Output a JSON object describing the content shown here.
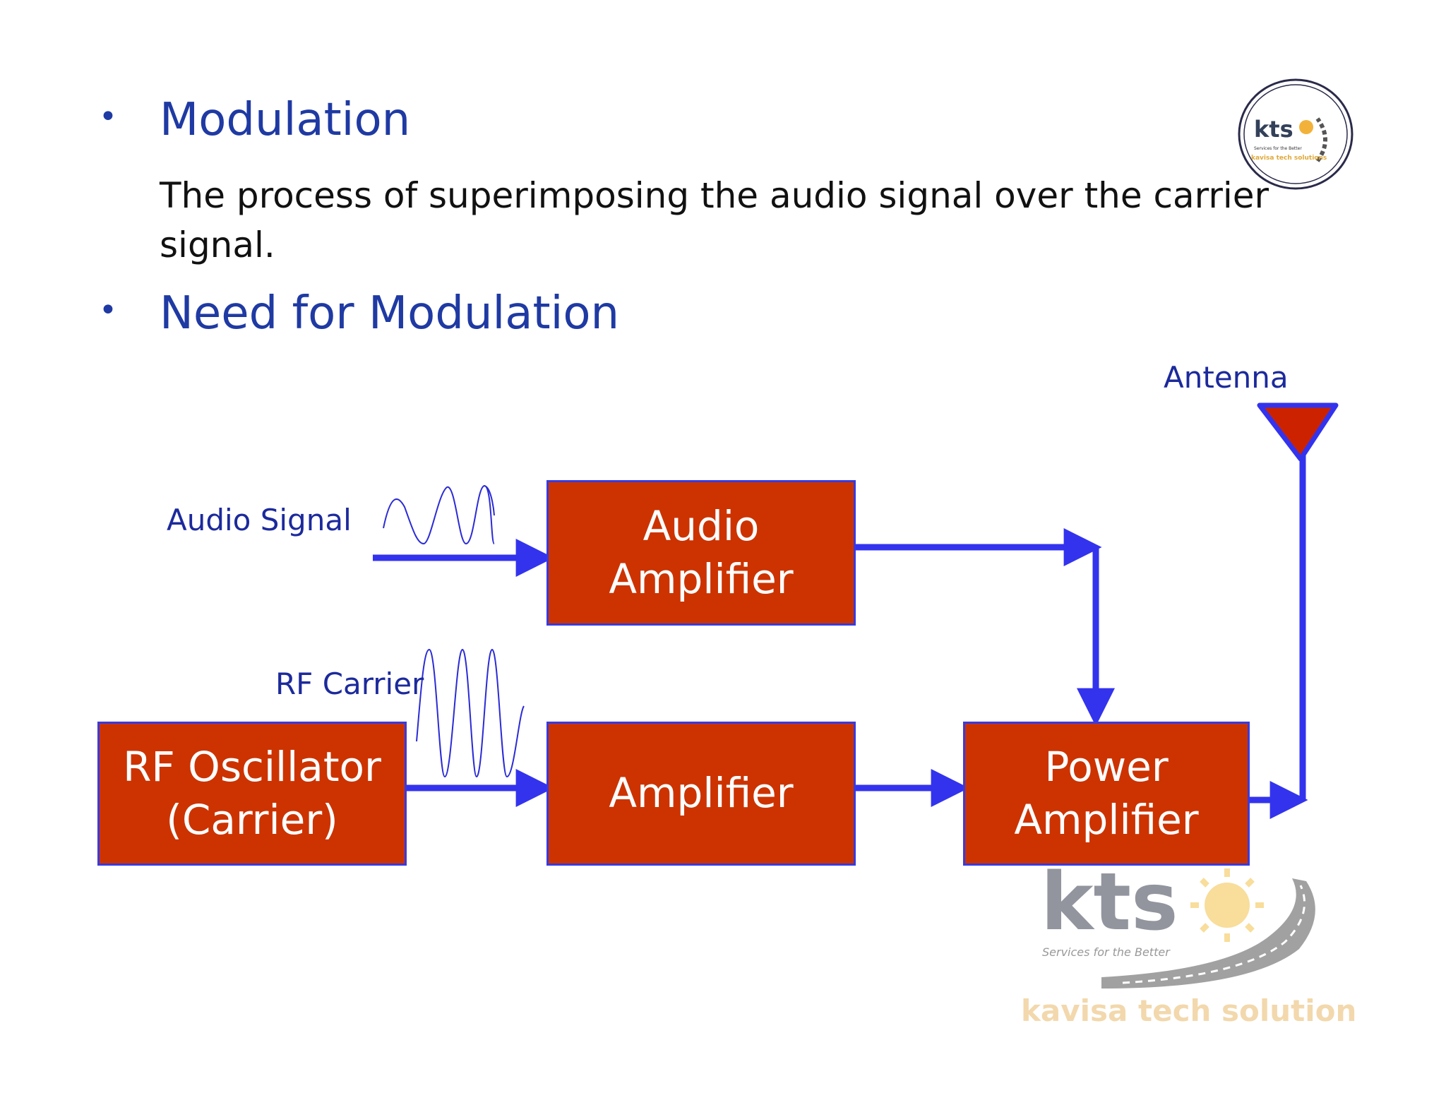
{
  "bullets": [
    {
      "title": "Modulation",
      "body": "The process of superimposing the audio signal over the carrier signal."
    },
    {
      "title": "Need for Modulation"
    }
  ],
  "bullet_symbol": "•",
  "diagram": {
    "labels": {
      "audio_signal": "Audio Signal",
      "rf_carrier": "RF Carrier",
      "antenna": "Antenna"
    },
    "blocks": {
      "audio_amplifier": [
        "Audio",
        "Amplifier"
      ],
      "rf_oscillator": [
        "RF Oscillator",
        "(Carrier)"
      ],
      "amplifier": [
        "Amplifier"
      ],
      "power_amplifier": [
        "Power",
        "Amplifier"
      ]
    },
    "colors": {
      "block_fill": "#cc3300",
      "arrow": "#3333ee",
      "text_label": "#1c2a9c"
    }
  },
  "logos": {
    "small": {
      "mark": "kts",
      "tagline": "Services for the Better",
      "name": "kavisa tech solutions"
    },
    "large": {
      "mark": "kts",
      "tagline": "Services for the Better",
      "name": "kavisa tech solutions"
    }
  }
}
